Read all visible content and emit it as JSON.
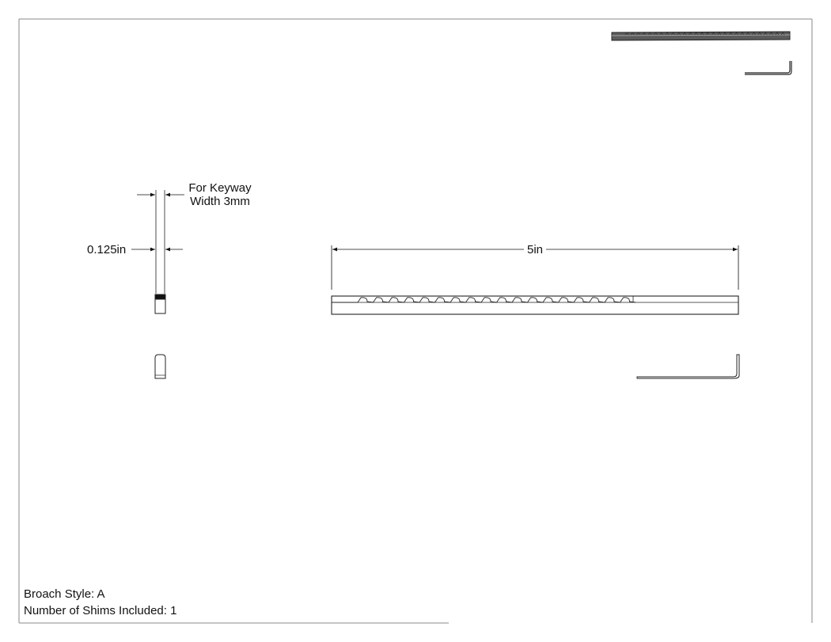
{
  "dimensions": {
    "keyway_note_line1": "For Keyway",
    "keyway_note_line2": "Width 3mm",
    "thickness": "0.125in",
    "length": "5in"
  },
  "notes": {
    "broach_style": "Broach Style: A",
    "shims": "Number of Shims Included: 1"
  },
  "views": [
    "iso-broach-view",
    "iso-hex-key-view",
    "end-view",
    "front-view",
    "hex-key-side-view",
    "bottom-end-view"
  ]
}
